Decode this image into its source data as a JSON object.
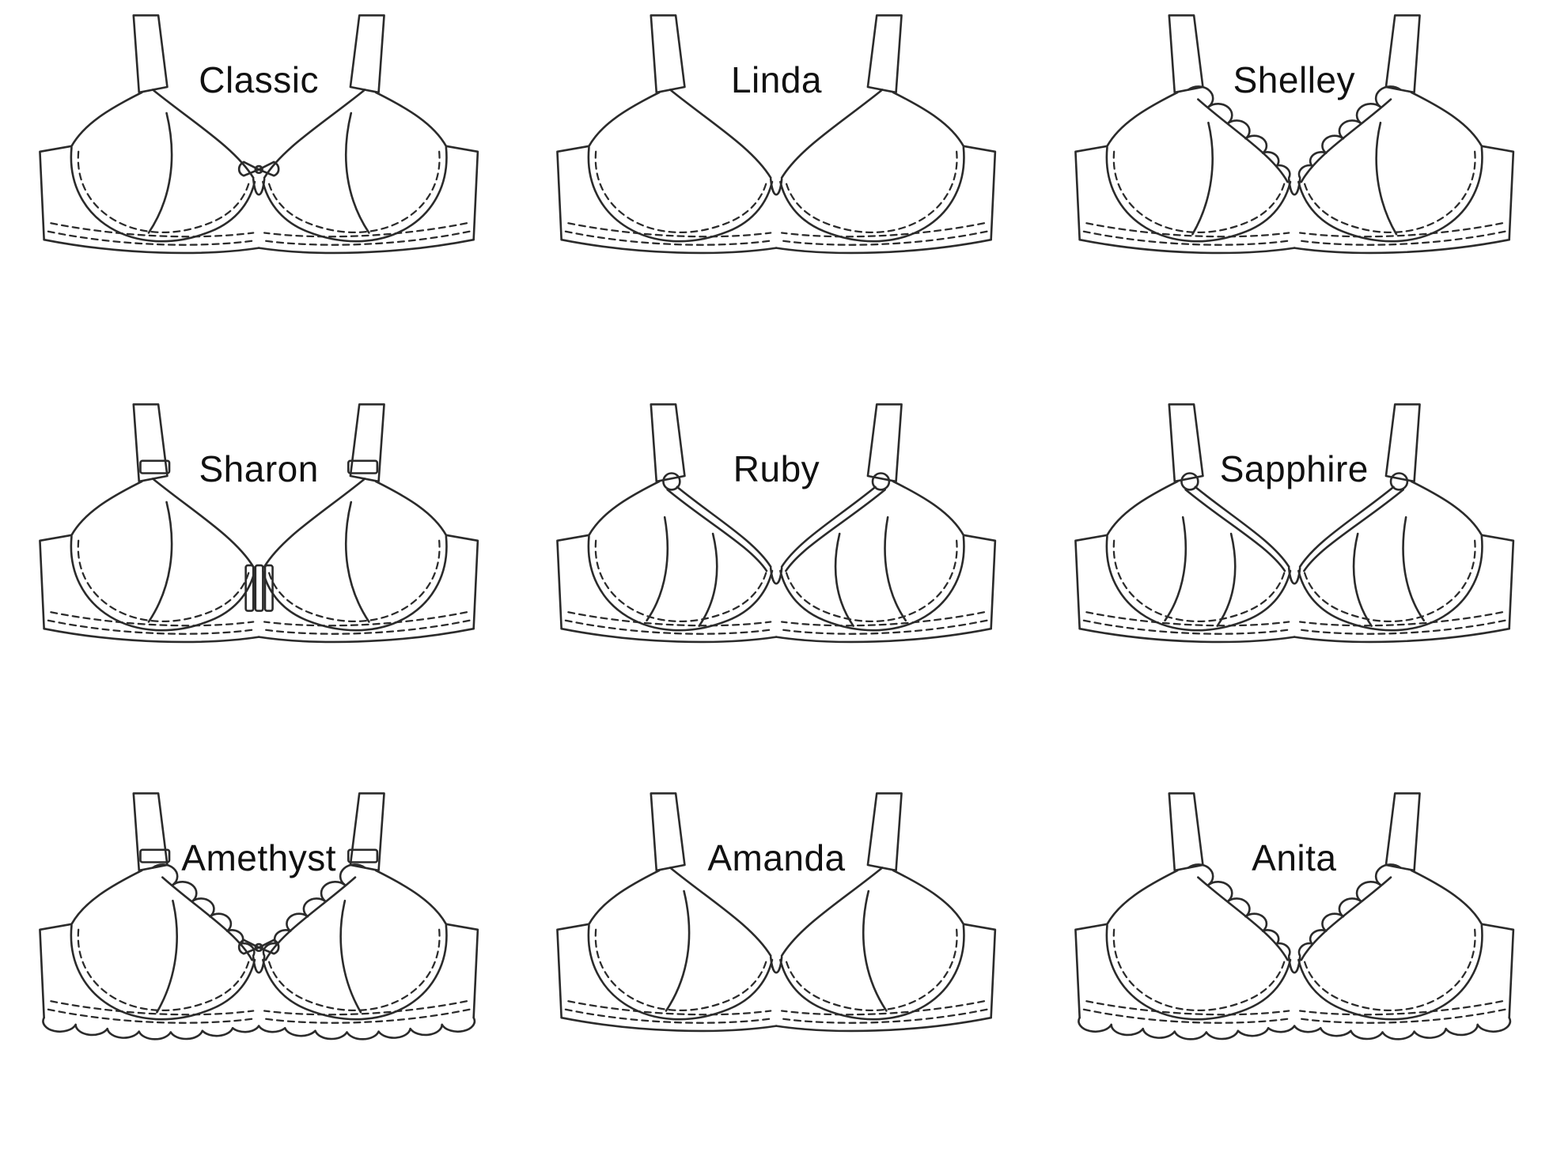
{
  "page": {
    "background": "#ffffff",
    "ink": "#2b2b2b",
    "description": "Grid of nine technical flat sketches of bra styles, line drawings with dashed stitch lines"
  },
  "styles": [
    {
      "name": "Classic",
      "features": [
        "underwire",
        "center-bow",
        "diagonal-cup-seam"
      ]
    },
    {
      "name": "Linda",
      "features": [
        "underwire",
        "plain-cups"
      ]
    },
    {
      "name": "Shelley",
      "features": [
        "underwire",
        "scalloped-lace-top-edge",
        "vertical-cup-seam"
      ]
    },
    {
      "name": "Sharon",
      "features": [
        "underwire",
        "front-closure-clasp",
        "strap-sliders",
        "diagonal-cup-seam"
      ]
    },
    {
      "name": "Ruby",
      "features": [
        "underwire",
        "strap-rings",
        "double-vertical-cup-seams"
      ]
    },
    {
      "name": "Sapphire",
      "features": [
        "underwire",
        "strap-rings",
        "double-vertical-cup-seams"
      ]
    },
    {
      "name": "Amethyst",
      "features": [
        "underwire",
        "scalloped-lace-top-edge",
        "center-bow",
        "scalloped-bottom-edge",
        "strap-sliders",
        "vertical-cup-seam"
      ]
    },
    {
      "name": "Amanda",
      "features": [
        "underwire",
        "full-coverage-cups",
        "diagonal-cup-seam"
      ]
    },
    {
      "name": "Anita",
      "features": [
        "wire-free",
        "scalloped-lace-edges",
        "scalloped-bottom-edge"
      ]
    }
  ]
}
